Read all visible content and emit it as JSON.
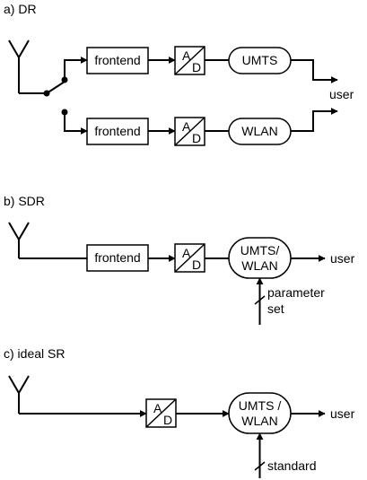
{
  "sections": {
    "dr": {
      "title": "a) DR"
    },
    "sdr": {
      "title": "b) SDR"
    },
    "sr": {
      "title": "c) ideal SR"
    }
  },
  "blocks": {
    "frontend": "frontend",
    "adc_a": "A",
    "adc_d": "D",
    "umts": "UMTS",
    "wlan": "WLAN",
    "umts_wlan_sdr_line1": "UMTS/",
    "umts_wlan_sdr_line2": "WLAN",
    "umts_wlan_sr_line1": "UMTS /",
    "umts_wlan_sr_line2": "WLAN"
  },
  "labels": {
    "user": "user",
    "parameter_line1": "parameter",
    "parameter_line2": "set",
    "standard": "standard"
  }
}
